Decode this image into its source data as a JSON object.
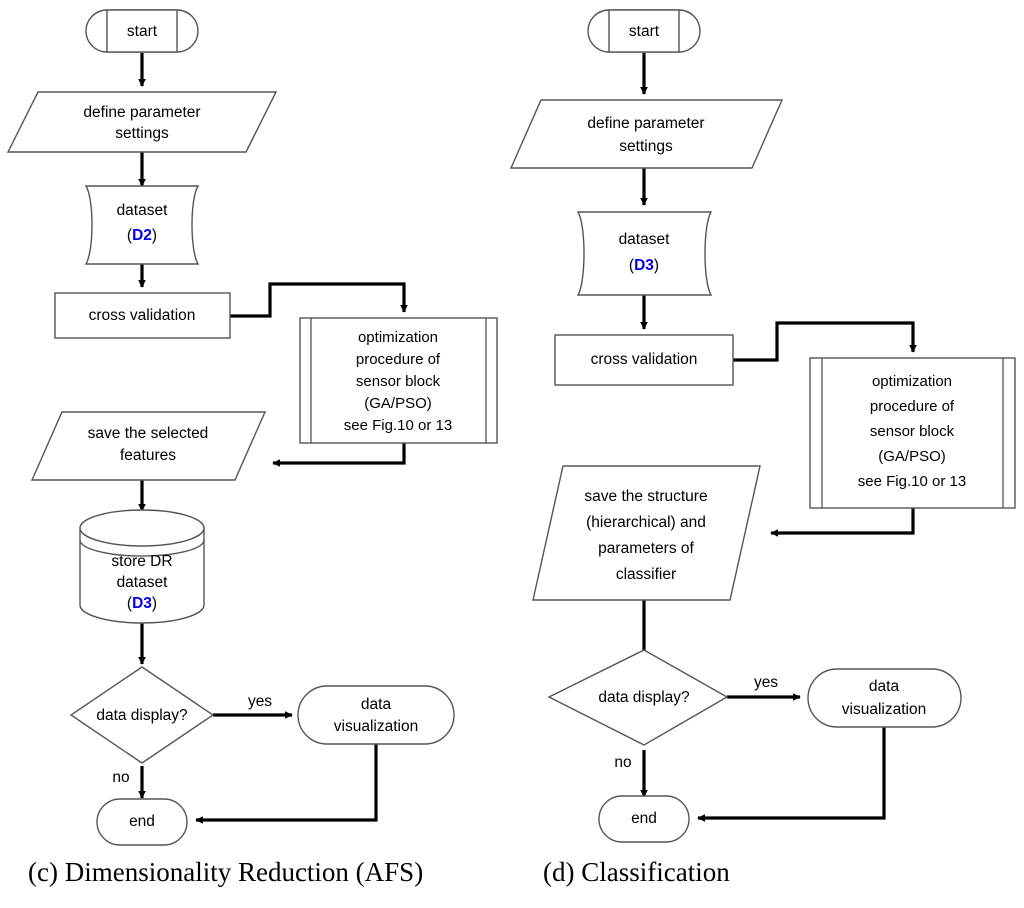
{
  "diagram": {
    "title_c": "(c) Dimensionality Reduction (AFS)",
    "title_d": "(d) Classification",
    "accent_color": "#0000ee",
    "line_color": "#000000",
    "shape_stroke": "#555555",
    "background": "#ffffff"
  },
  "panel_c": {
    "caption": "(c) Dimensionality Reduction (AFS)",
    "nodes": {
      "start": {
        "label": "start",
        "shape": "terminator"
      },
      "define_parameters": {
        "label_line1": "define parameter",
        "label_line2": "settings",
        "shape": "parallelogram"
      },
      "dataset": {
        "label_line1": "dataset",
        "prefix": "(",
        "tag": "D2",
        "suffix": ")",
        "shape": "data"
      },
      "cross_validation": {
        "label": "cross validation",
        "shape": "process"
      },
      "optimization": {
        "line1": "optimization",
        "line2": "procedure of",
        "line3": "sensor block",
        "line4": "(GA/PSO)",
        "line5": "see Fig.10 or 13",
        "shape": "predefined-process"
      },
      "save_features": {
        "label_line1": "save the selected",
        "label_line2": "features",
        "shape": "parallelogram"
      },
      "store_dataset": {
        "label_line1": "store DR",
        "label_line2": "dataset",
        "prefix": "(",
        "tag": "D3",
        "suffix": ")",
        "shape": "database"
      },
      "decision": {
        "label": "data display?",
        "shape": "diamond"
      },
      "data_visualization": {
        "label_line1": "data",
        "label_line2": "visualization",
        "shape": "stadium"
      },
      "end": {
        "label": "end",
        "shape": "stadium"
      }
    },
    "edge_labels": {
      "yes": "yes",
      "no": "no"
    }
  },
  "panel_d": {
    "caption": "(d) Classification",
    "nodes": {
      "start": {
        "label": "start",
        "shape": "terminator"
      },
      "define_parameters": {
        "label_line1": "define parameter",
        "label_line2": "settings",
        "shape": "parallelogram"
      },
      "dataset": {
        "label_line1": "dataset",
        "prefix": "(",
        "tag": "D3",
        "suffix": ")",
        "shape": "data"
      },
      "cross_validation": {
        "label": "cross validation",
        "shape": "process"
      },
      "optimization": {
        "line1": "optimization",
        "line2": "procedure of",
        "line3": "sensor block",
        "line4": "(GA/PSO)",
        "line5": "see Fig.10 or 13",
        "shape": "predefined-process"
      },
      "save_structure": {
        "label_line1": "save the structure",
        "label_line2": "(hierarchical) and",
        "label_line3": "parameters of",
        "label_line4": "classifier",
        "shape": "parallelogram"
      },
      "decision": {
        "label": "data display?",
        "shape": "diamond"
      },
      "data_visualization": {
        "label_line1": "data",
        "label_line2": "visualization",
        "shape": "stadium"
      },
      "end": {
        "label": "end",
        "shape": "stadium"
      }
    },
    "edge_labels": {
      "yes": "yes",
      "no": "no"
    }
  }
}
